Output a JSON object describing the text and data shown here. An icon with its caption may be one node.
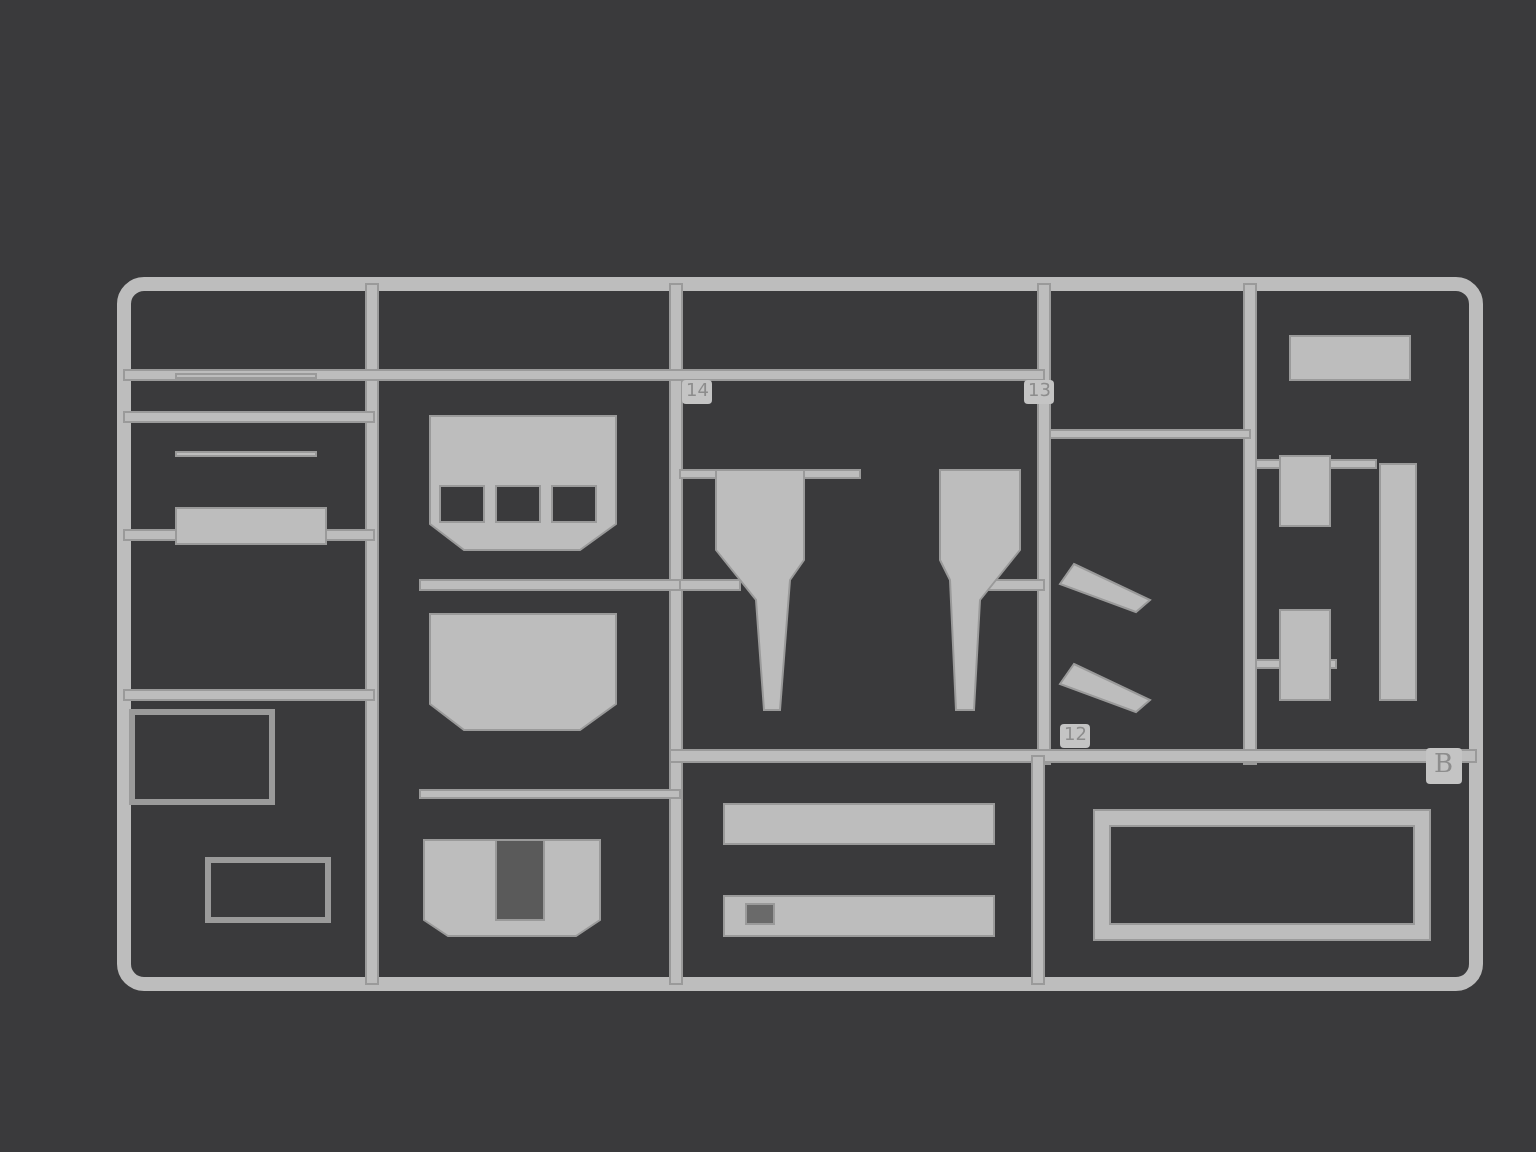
{
  "diagram": {
    "labels": [
      "14",
      "13",
      "12",
      "B"
    ]
  }
}
